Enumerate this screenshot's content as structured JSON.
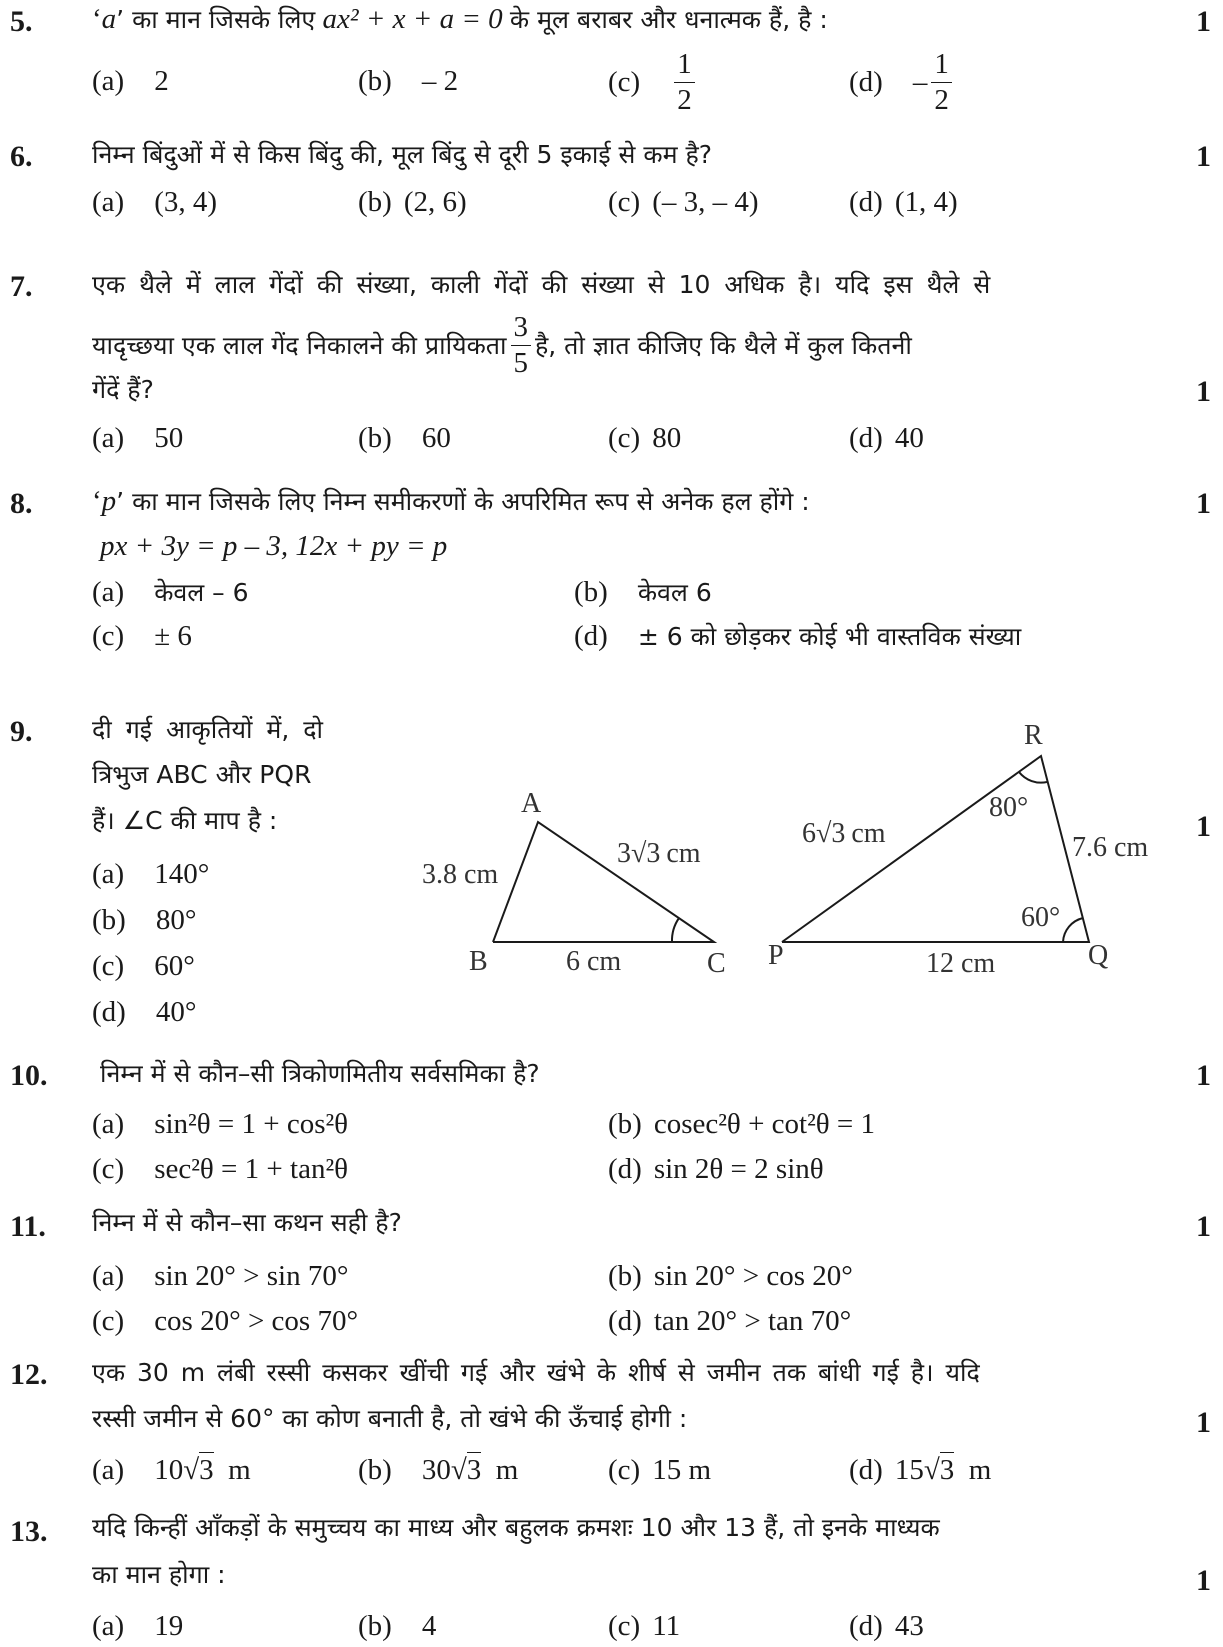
{
  "q5": {
    "num": "5.",
    "q_pre": "‘",
    "q_var": "a",
    "q_mid": "’ का मान जिसके लिए",
    "q_eq": "ax² + x + a = 0",
    "q_post": "के मूल बराबर और धनात्मक हैं, है :",
    "mark": "1",
    "opt_a_label": "(a)",
    "opt_a": "2",
    "opt_b_label": "(b)",
    "opt_b": "– 2",
    "opt_c_label": "(c)",
    "opt_c_num": "1",
    "opt_c_den": "2",
    "opt_d_label": "(d)",
    "opt_d_sign": "–",
    "opt_d_num": "1",
    "opt_d_den": "2"
  },
  "q6": {
    "num": "6.",
    "question": "निम्न बिंदुओं में से किस बिंदु की, मूल बिंदु से दूरी 5 इकाई से कम है?",
    "mark": "1",
    "opt_a_label": "(a)",
    "opt_a": "(3, 4)",
    "opt_b_label": "(b)",
    "opt_b": "(2, 6)",
    "opt_c_label": "(c)",
    "opt_c": "(– 3, – 4)",
    "opt_d_label": "(d)",
    "opt_d": "(1, 4)"
  },
  "q7": {
    "num": "7.",
    "line1": "एक थैले में लाल गेंदों की संख्या, काली गेंदों की संख्या से 10 अधिक है। यदि इस थैले से",
    "line2_pre": "यादृच्छया एक लाल गेंद निकालने की प्रायिकता",
    "frac_num": "3",
    "frac_den": "5",
    "line2_post": "है, तो ज्ञात कीजिए कि थैले में कुल कितनी",
    "line3": "गेंदें हैं?",
    "mark": "1",
    "opt_a_label": "(a)",
    "opt_a": "50",
    "opt_b_label": "(b)",
    "opt_b": "60",
    "opt_c_label": "(c)",
    "opt_c": "80",
    "opt_d_label": "(d)",
    "opt_d": "40"
  },
  "q8": {
    "num": "8.",
    "q_pre": "‘",
    "q_var": "p",
    "q_post": "’ का मान जिसके लिए निम्न समीकरणों के अपरिमित रूप से अनेक हल होंगे :",
    "equation": "px + 3y = p – 3,  12x + py = p",
    "mark": "1",
    "opt_a_label": "(a)",
    "opt_a": "केवल – 6",
    "opt_b_label": "(b)",
    "opt_b": "केवल 6",
    "opt_c_label": "(c)",
    "opt_c": "± 6",
    "opt_d_label": "(d)",
    "opt_d": "± 6 को छोड़कर कोई भी वास्तविक संख्या"
  },
  "q9": {
    "num": "9.",
    "line1": "दी गई आकृतियों में, दो",
    "line2": "त्रिभुज ABC और PQR",
    "line3": "हैं। ∠C की माप है :",
    "mark": "1",
    "opt_a_label": "(a)",
    "opt_a": "140°",
    "opt_b_label": "(b)",
    "opt_b": "80°",
    "opt_c_label": "(c)",
    "opt_c": "60°",
    "opt_d_label": "(d)",
    "opt_d": "40°",
    "tri1": {
      "A": "A",
      "B": "B",
      "C": "C",
      "AB": "3.8 cm",
      "BC": "6 cm",
      "AC_coef": "3",
      "AC_rad": "3",
      "AC_unit": "cm"
    },
    "tri2": {
      "P": "P",
      "Q": "Q",
      "R": "R",
      "PR_coef": "6",
      "PR_rad": "3",
      "PR_unit": "cm",
      "RQ": "7.6 cm",
      "PQ": "12 cm",
      "angle_R": "80°",
      "angle_Q": "60°"
    }
  },
  "q10": {
    "num": "10.",
    "question": "निम्न में से कौन–सी त्रिकोणमितीय सर्वसमिका है?",
    "mark": "1",
    "opt_a_label": "(a)",
    "opt_a": "sin²θ = 1 + cos²θ",
    "opt_b_label": "(b)",
    "opt_b": "cosec²θ + cot²θ = 1",
    "opt_c_label": "(c)",
    "opt_c": "sec²θ = 1 + tan²θ",
    "opt_d_label": "(d)",
    "opt_d": "sin 2θ = 2 sinθ"
  },
  "q11": {
    "num": "11.",
    "question": "निम्न में से कौन–सा कथन सही है?",
    "mark": "1",
    "opt_a_label": "(a)",
    "opt_a": "sin 20° > sin 70°",
    "opt_b_label": "(b)",
    "opt_b": "sin 20° > cos 20°",
    "opt_c_label": "(c)",
    "opt_c": "cos 20° > cos 70°",
    "opt_d_label": "(d)",
    "opt_d": "tan 20° > tan 70°"
  },
  "q12": {
    "num": "12.",
    "line1": "एक 30 m लंबी रस्सी कसकर खींची गई और खंभे के शीर्ष से जमीन तक बांधी गई है। यदि",
    "line2": "रस्सी जमीन से 60° का कोण बनाती है, तो खंभे की ऊँचाई होगी :",
    "mark": "1",
    "opt_a_label": "(a)",
    "opt_a_coef": "10",
    "opt_a_rad": "3",
    "opt_a_unit": "m",
    "opt_b_label": "(b)",
    "opt_b_coef": "30",
    "opt_b_rad": "3",
    "opt_b_unit": "m",
    "opt_c_label": "(c)",
    "opt_c": "15 m",
    "opt_d_label": "(d)",
    "opt_d_coef": "15",
    "opt_d_rad": "3",
    "opt_d_unit": "m"
  },
  "q13": {
    "num": "13.",
    "line1": "यदि किन्हीं आँकड़ों के समुच्चय का माध्य और बहुलक क्रमशः 10 और 13 हैं, तो इनके माध्यक",
    "line2": "का मान होगा :",
    "mark": "1",
    "opt_a_label": "(a)",
    "opt_a": "19",
    "opt_b_label": "(b)",
    "opt_b": "4",
    "opt_c_label": "(c)",
    "opt_c": "11",
    "opt_d_label": "(d)",
    "opt_d": "43"
  }
}
